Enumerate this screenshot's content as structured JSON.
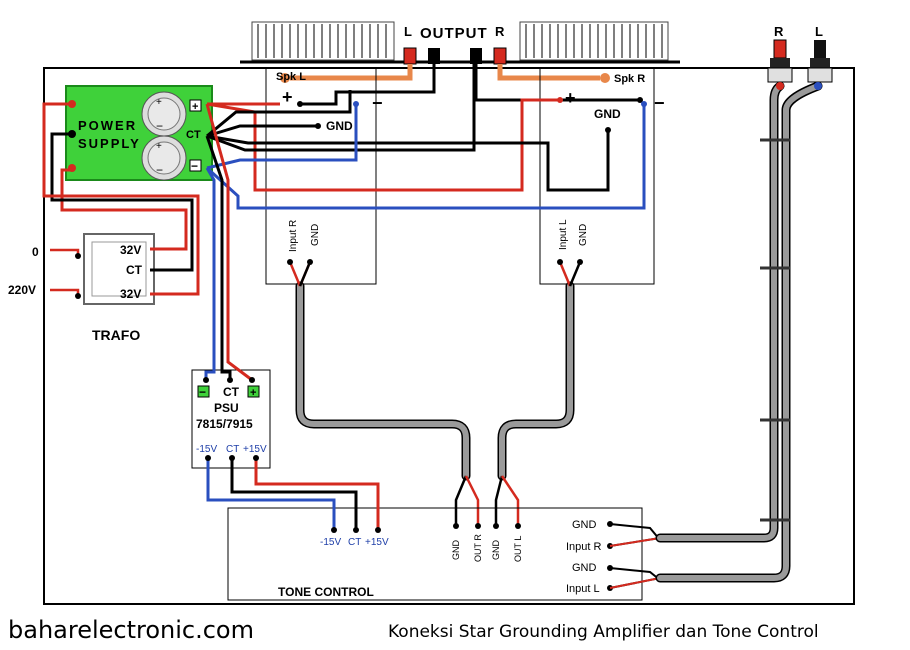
{
  "output_block": {
    "title": "OUTPUT",
    "left": "L",
    "right": "R"
  },
  "jacks": {
    "right": "R",
    "left": "L"
  },
  "power_supply": {
    "label_line1": "POWER",
    "label_line2": "SUPPLY",
    "plus": "+",
    "ct": "CT",
    "minus": "−"
  },
  "amp_left": {
    "spk": "Spk L",
    "plus": "+",
    "minus": "−",
    "gnd": "GND",
    "input": "Input R",
    "input_gnd": "GND"
  },
  "amp_right": {
    "spk": "Spk R",
    "plus": "+",
    "minus": "−",
    "gnd": "GND",
    "input": "Input L",
    "input_gnd": "GND"
  },
  "trafo": {
    "label": "TRAFO",
    "tap_top": "32V",
    "tap_ct": "CT",
    "tap_bottom": "32V",
    "in_zero": "0",
    "in_220": "220V"
  },
  "psu": {
    "title_line1": "PSU",
    "title_line2": "7815/7915",
    "top_ct": "CT",
    "top_minus": "−",
    "top_plus": "+",
    "out_neg": "-15V",
    "out_ct": "CT",
    "out_pos": "+15V"
  },
  "tone_control": {
    "title": "TONE CONTROL",
    "pwr_neg": "-15V",
    "pwr_ct": "CT",
    "pwr_pos": "+15V",
    "out_gnd1": "GND",
    "out_r": "OUT R",
    "out_gnd2": "GND",
    "out_l": "OUT L",
    "in_gnd_r": "GND",
    "in_r": "Input R",
    "in_gnd_l": "GND",
    "in_l": "Input L"
  },
  "footer": {
    "site": "baharelectronic.com",
    "caption": "Koneksi Star Grounding Amplifier dan Tone Control"
  },
  "colors": {
    "red": "#d42a1f",
    "blue": "#2a4fbf",
    "black": "#000000",
    "orange": "#e8874a",
    "green": "#3fd13a",
    "cable": "#9a9a9a"
  }
}
